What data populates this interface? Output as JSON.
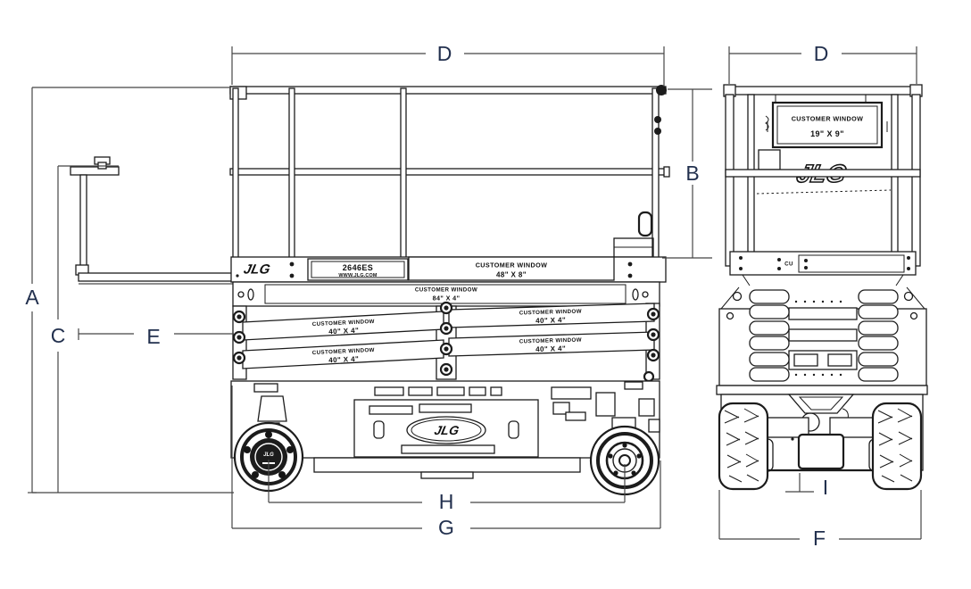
{
  "figure": {
    "kind": "dimensional line drawing",
    "views": [
      "side elevation",
      "rear elevation"
    ]
  },
  "dim_labels": {
    "A": "A",
    "B": "B",
    "C": "C",
    "D": "D",
    "E": "E",
    "F": "F",
    "G": "G",
    "H": "H",
    "I": "I"
  },
  "decals": {
    "brand": {
      "name": "JLG"
    },
    "model": {
      "model": "2646ES",
      "website": "WWW.JLG.COM"
    },
    "customer_window_48": {
      "title": "CUSTOMER  WINDOW",
      "size": "48\" X 8\""
    },
    "customer_window_84": {
      "title": "CUSTOMER  WINDOW",
      "size": "84\" X 4\""
    },
    "customer_window_40": {
      "title": "CUSTOMER  WINDOW",
      "size": "40\" X 4\""
    },
    "customer_window_19": {
      "title": "CUSTOMER  WINDOW",
      "size": "19\" X 9\""
    },
    "rear_panel": {
      "text": "CU"
    }
  },
  "colors": {
    "line_art": "#1c1c1c",
    "dimension_line": "#454545",
    "dimension_label": "#22304e",
    "background": "#ffffff",
    "dark_fill": "#151515"
  }
}
